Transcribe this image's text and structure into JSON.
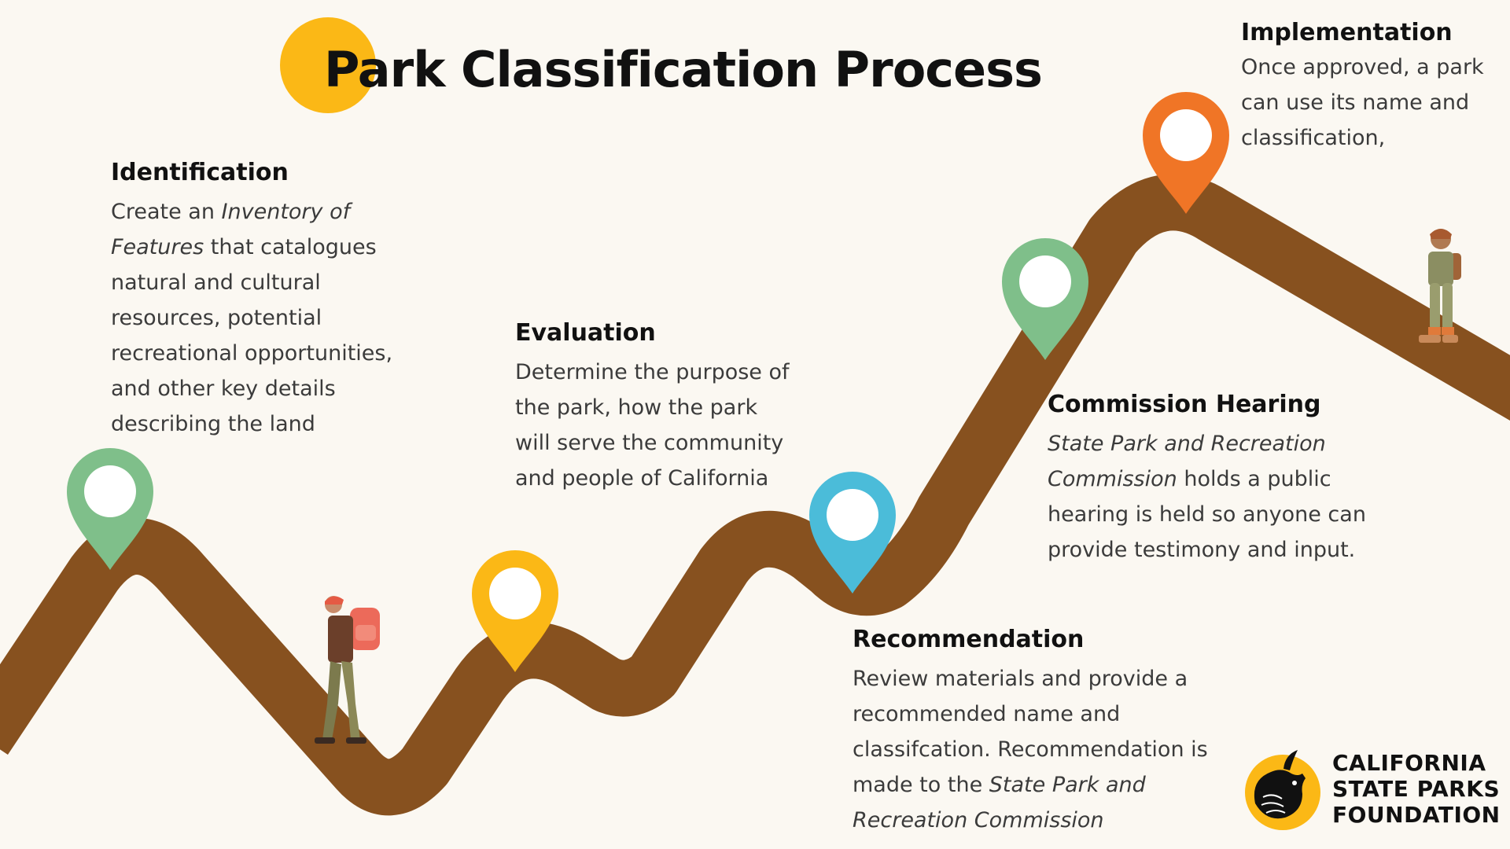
{
  "title": "Park Classification Process",
  "colors": {
    "background": "#fbf8f2",
    "trail": "#87511f",
    "title_dot": "#fbb816",
    "pin_green": "#7fbf8a",
    "pin_yellow": "#fbb816",
    "pin_blue": "#4bbcd9",
    "pin_orange": "#f07526"
  },
  "steps": {
    "identification": {
      "heading": "Identification",
      "pre": "Create an ",
      "italic": "Inventory of Features",
      "post": " that catalogues natural and cultural resources, potential recreational opportunities, and other key details describing the land",
      "pin_color": "green"
    },
    "evaluation": {
      "heading": "Evaluation",
      "body": "Determine the purpose of the park, how the park will serve the community and people of California",
      "pin_color": "yellow"
    },
    "recommendation": {
      "heading": "Recommendation",
      "pre": "Review materials and provide a recommended name and classifcation. Recommendation is made to the ",
      "italic": "State Park and Recreation Commission",
      "pin_color": "blue"
    },
    "commission_hearing": {
      "heading": "Commission Hearing",
      "italic": "State Park and Recreation Commission",
      "post": " holds a public hearing is held so anyone can provide testimony and input.",
      "pin_color": "green"
    },
    "implementation": {
      "heading": "Implementation",
      "body": "Once approved, a park can use its name and classification,",
      "pin_color": "orange"
    }
  },
  "logo": {
    "line1": "CALIFORNIA",
    "line2": "STATE PARKS",
    "line3": "FOUNDATION",
    "icon": "quail-icon"
  },
  "illustrations": [
    "hiker-with-backpack-icon",
    "standing-hiker-icon"
  ]
}
